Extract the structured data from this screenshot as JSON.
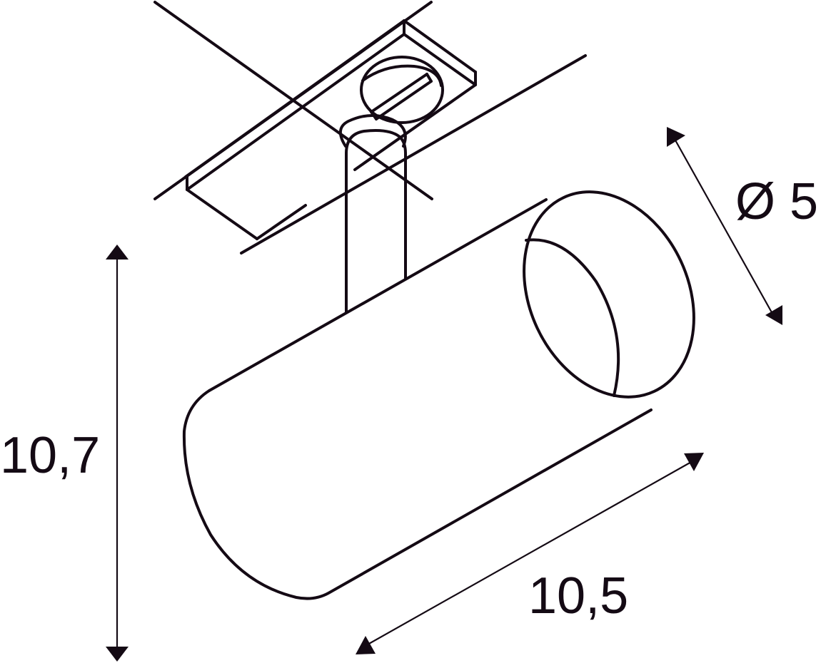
{
  "drawing": {
    "subject": "track spotlight",
    "line_color": "#140a14",
    "background": "#ffffff"
  },
  "dimensions": {
    "height": {
      "label": "10,7",
      "value": 10.7
    },
    "length": {
      "label": "10,5",
      "value": 10.5
    },
    "diameter": {
      "label": "Ø 5",
      "value": 5
    }
  }
}
